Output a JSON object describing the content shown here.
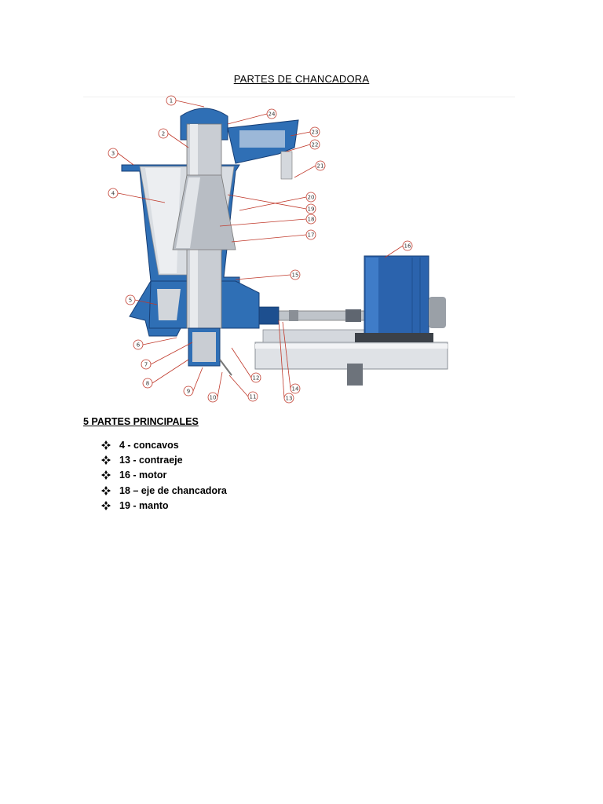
{
  "document": {
    "title": "PARTES DE CHANCADORA"
  },
  "diagram": {
    "colors": {
      "blue": "#2f6fb5",
      "dark_blue": "#1d4f8f",
      "steel": "#c8ccd2",
      "red": "#c0392b"
    },
    "callouts": [
      {
        "label": "1"
      },
      {
        "label": "2"
      },
      {
        "label": "3"
      },
      {
        "label": "4"
      },
      {
        "label": "5"
      },
      {
        "label": "6"
      },
      {
        "label": "7"
      },
      {
        "label": "8"
      },
      {
        "label": "9"
      },
      {
        "label": "10"
      },
      {
        "label": "11"
      },
      {
        "label": "12"
      },
      {
        "label": "13"
      },
      {
        "label": "14"
      },
      {
        "label": "15"
      },
      {
        "label": "16"
      },
      {
        "label": "17"
      },
      {
        "label": "18"
      },
      {
        "label": "19"
      },
      {
        "label": "20"
      },
      {
        "label": "21"
      },
      {
        "label": "22"
      },
      {
        "label": "23"
      },
      {
        "label": "24"
      }
    ]
  },
  "principal_parts": {
    "heading": "5 PARTES PRINCIPALES",
    "items": [
      {
        "text": "4 -  concavos"
      },
      {
        "text": "13 - contraeje"
      },
      {
        "text": "16 - motor"
      },
      {
        "text": "18 – eje de chancadora"
      },
      {
        "text": "19 - manto"
      }
    ]
  }
}
